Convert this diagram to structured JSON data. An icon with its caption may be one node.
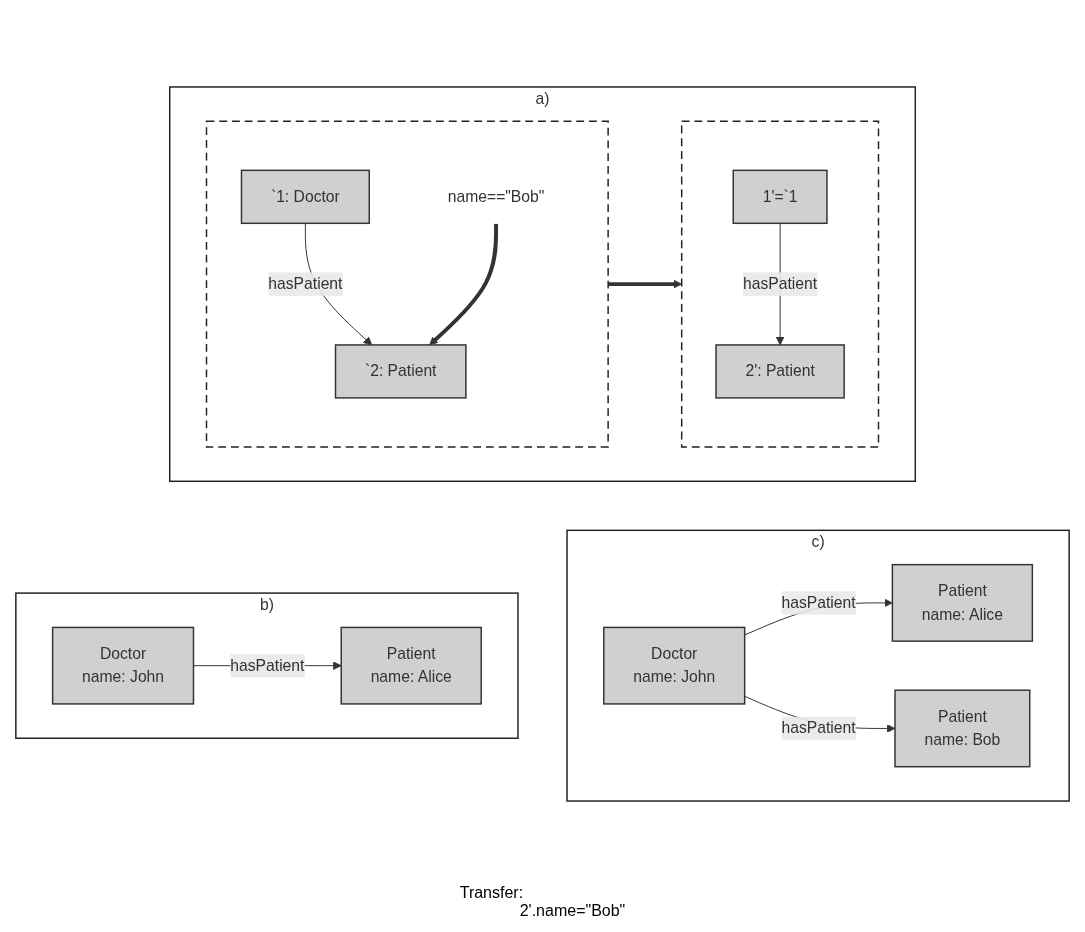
{
  "diagram": {
    "nodes": [
      {
        "text": [
          "a)"
        ]
      },
      {
        "text": [],
        "shape": "box",
        "in": 0
      },
      {
        "text": [
          "`1: Doctor"
        ],
        "in": 1
      },
      {
        "text": [
          "`2: Patient"
        ],
        "in": 1
      },
      {
        "text": [
          "name==\"Bob\""
        ],
        "in": 1
      },
      {
        "text": [],
        "shape": "box",
        "in": 0
      },
      {
        "text": [
          "1'=`1"
        ],
        "in": 5
      },
      {
        "text": [
          "2': Patient"
        ],
        "in": 5
      },
      {
        "text": [
          "b)"
        ]
      },
      {
        "text": [
          "Doctor",
          "name: John"
        ],
        "in": 8
      },
      {
        "text": [
          "Patient",
          "name: Alice"
        ],
        "in": 8
      },
      {
        "text": [
          "c)"
        ]
      },
      {
        "text": [
          "Doctor",
          "name: John"
        ],
        "in": 11
      },
      {
        "text": [
          "Patient",
          "name: Alice"
        ],
        "in": 11
      },
      {
        "text": [
          "Patient",
          "name: Bob"
        ],
        "in": 11
      }
    ],
    "edges": [
      {
        "from": 2,
        "to": 3,
        "label": "hasPatient",
        "arrow": "to"
      },
      {
        "from": 4,
        "to": 3,
        "arrow": "to",
        "style": "thick"
      },
      {
        "from": 1,
        "to": 5,
        "arrow": "to",
        "style": "thick"
      },
      {
        "from": 6,
        "to": 7,
        "label": "hasPatient",
        "arrow": "to"
      },
      {
        "from": 9,
        "to": 10,
        "label": "hasPatient",
        "arrow": "to"
      },
      {
        "from": 12,
        "to": 13,
        "label": "hasPatient",
        "arrow": "to"
      },
      {
        "from": 12,
        "to": 14,
        "label": "hasPatient",
        "arrow": "to"
      }
    ],
    "labels": [
      "Transfer:",
      "2'.name=\"Bob\""
    ]
  }
}
